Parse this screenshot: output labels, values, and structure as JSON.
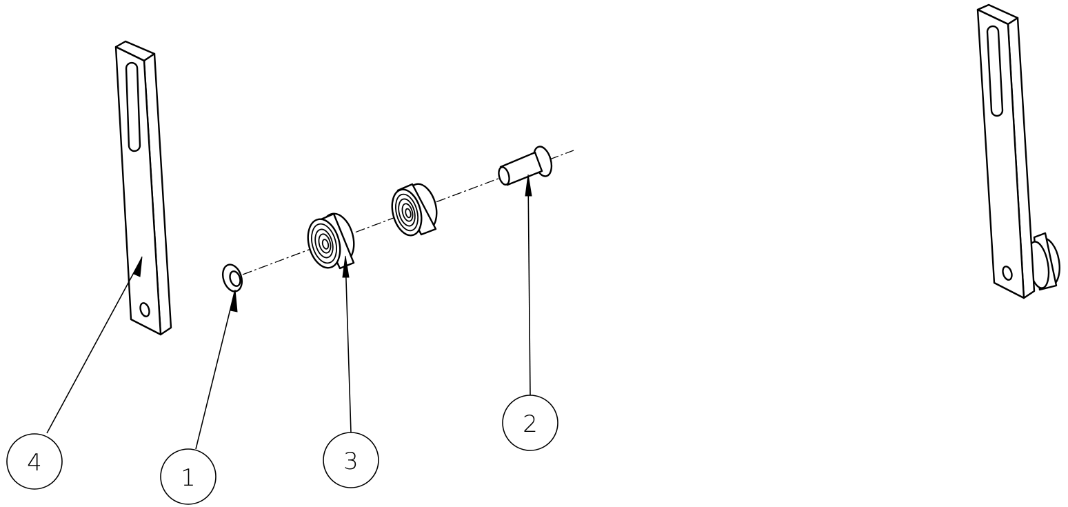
{
  "balloons": [
    {
      "id": "item-4",
      "label": "4"
    },
    {
      "id": "item-1",
      "label": "1"
    },
    {
      "id": "item-3",
      "label": "3"
    },
    {
      "id": "item-2",
      "label": "2"
    }
  ],
  "parts": [
    {
      "item": "4",
      "name": "slotted-arm"
    },
    {
      "item": "1",
      "name": "washer"
    },
    {
      "item": "3",
      "name": "bearing"
    },
    {
      "item": "2",
      "name": "pin"
    }
  ],
  "colors": {
    "line": "#000000",
    "background": "#ffffff"
  }
}
